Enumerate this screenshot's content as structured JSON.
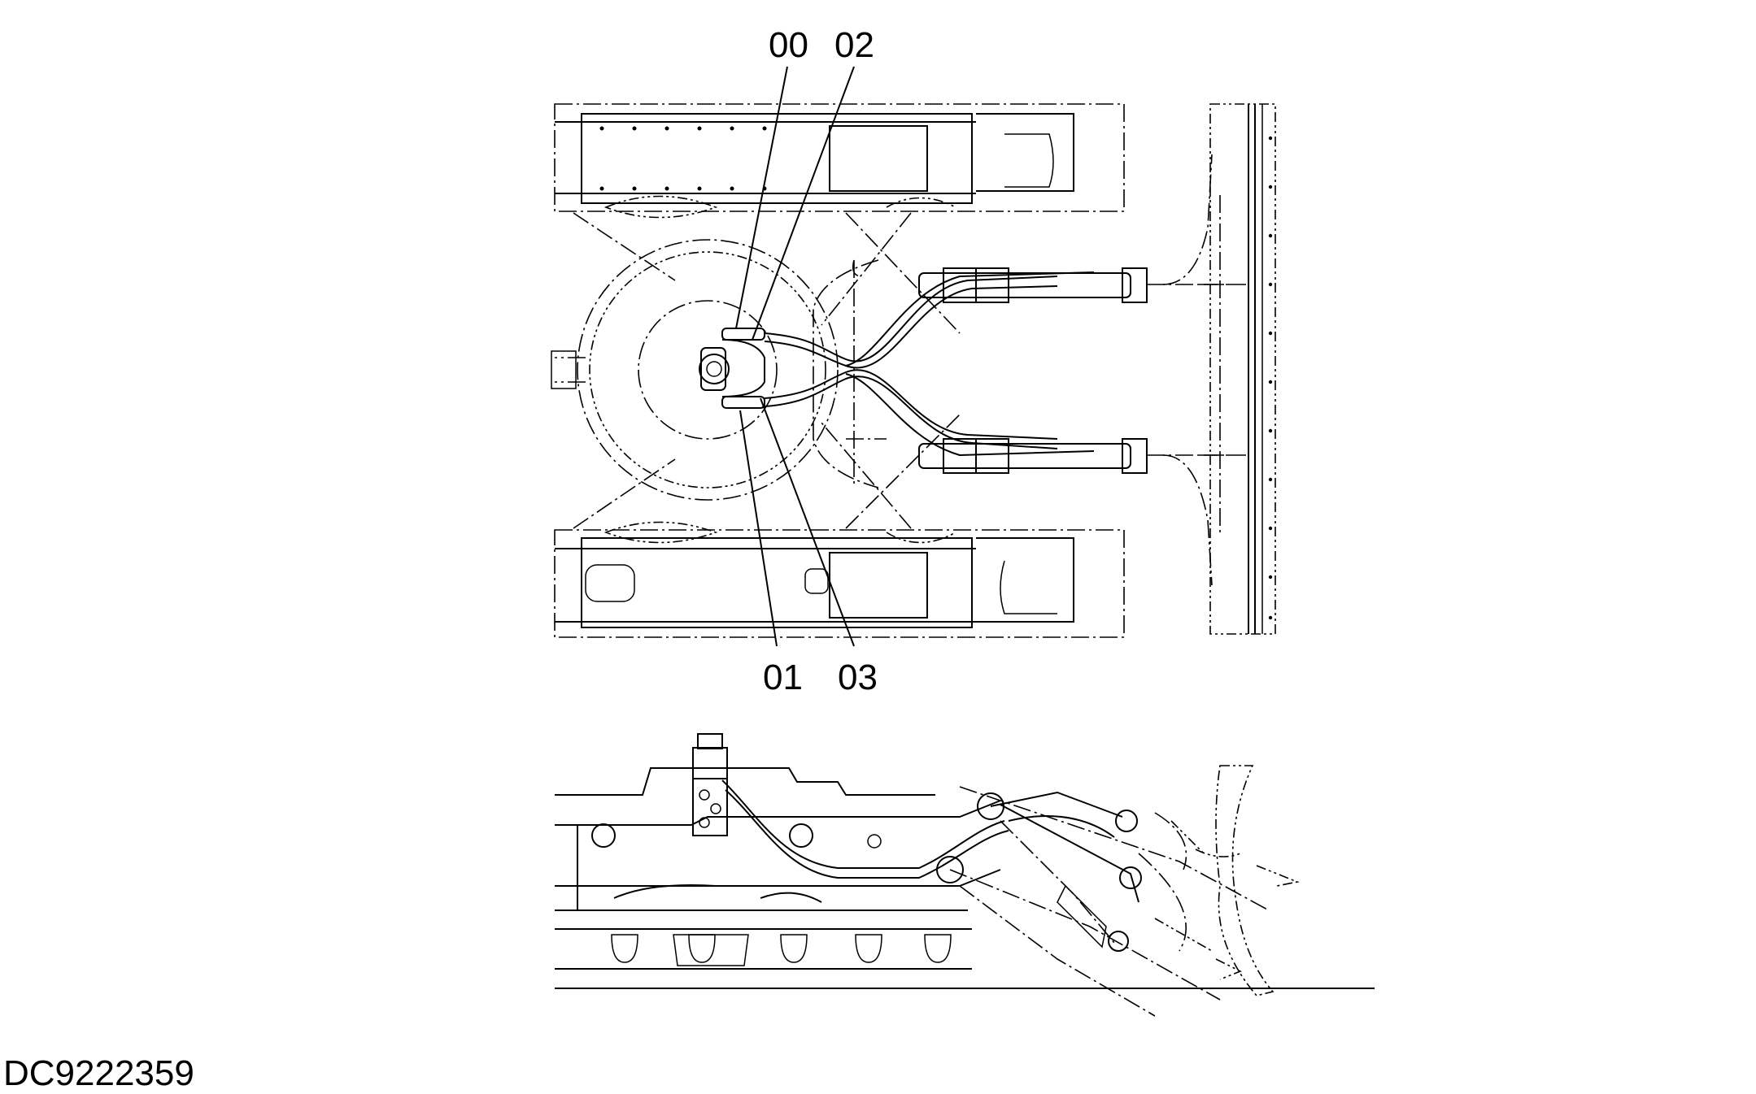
{
  "document_id": "DC9222359",
  "callouts": {
    "c00": "00",
    "c02": "02",
    "c01": "01",
    "c03": "03"
  },
  "views": {
    "top": "plan-view",
    "side": "side-elevation-view"
  }
}
